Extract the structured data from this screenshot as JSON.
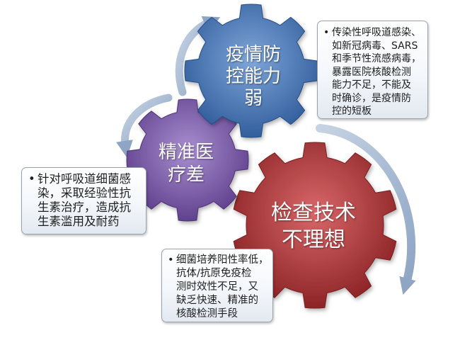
{
  "gears": {
    "top": {
      "label_lines": [
        "疫情防",
        "控能力",
        "弱"
      ]
    },
    "left": {
      "label_lines": [
        "精准医",
        "疗差"
      ]
    },
    "right": {
      "label_lines": [
        "检查技术",
        "不理想"
      ]
    }
  },
  "callouts": {
    "top_right": {
      "bullet": "•",
      "lines": [
        "传染性呼吸道感染、",
        "如新冠病毒、SARS",
        "和季节性流感病毒，",
        "暴露医院核酸检测",
        "能力不足，不能及",
        "时确诊，是疫情防",
        "控的短板"
      ]
    },
    "left": {
      "bullet": "•",
      "lines": [
        "针对呼吸道细菌感",
        "染，采取经验性抗",
        "生素治疗，造成抗",
        "生素滥用及耐药"
      ]
    },
    "bottom": {
      "bullet": "•",
      "lines": [
        "细菌培养阳性率低，",
        "抗体/抗原免疫检",
        "测时效性不足，又",
        "缺乏快速、精准的",
        "核酸检测手段"
      ]
    }
  },
  "colors": {
    "gear_top_center": "#80a6da",
    "gear_top_edge": "#2f5c9a",
    "gear_left_center": "#a98fd0",
    "gear_left_edge": "#5d3e8b",
    "gear_right_center": "#d96769",
    "gear_right_edge": "#8a2224",
    "arrow_light": "#c6d3e4",
    "arrow_dark": "#8ea5c4",
    "label_text": "#ffffff",
    "callout_text": "#1e1e1e"
  }
}
